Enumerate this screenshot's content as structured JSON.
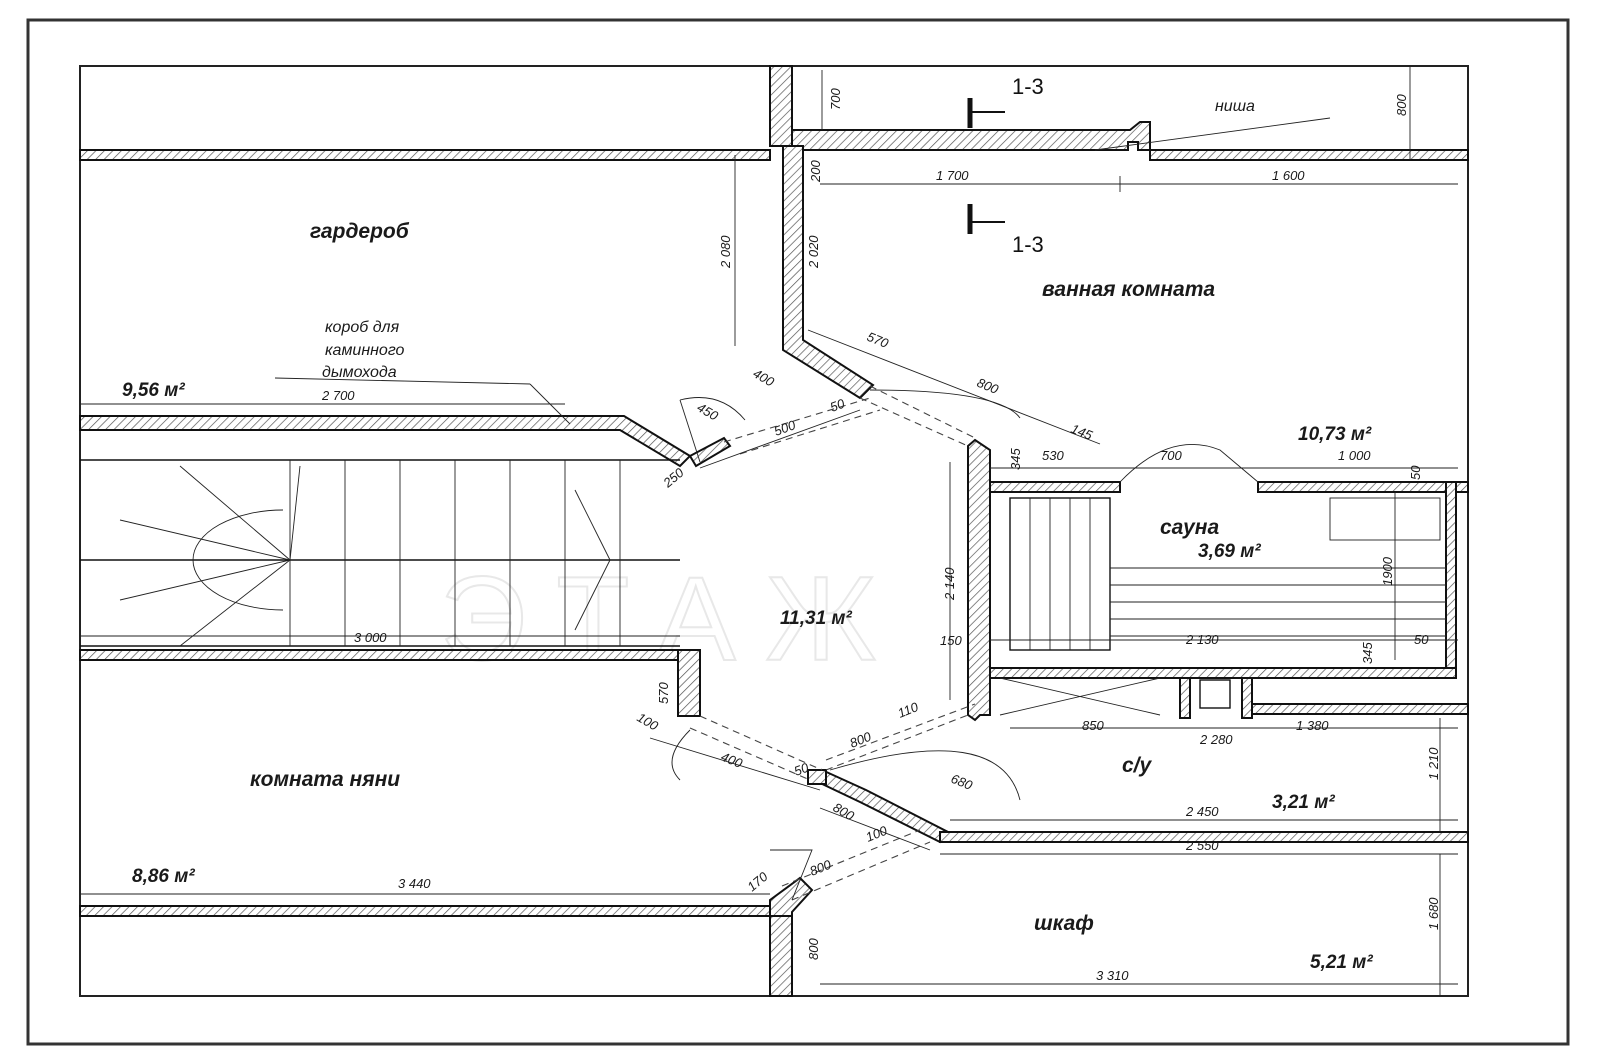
{
  "rooms": {
    "wardrobe": "гардероб",
    "bathroom": "ванная комната",
    "sauna": "сауна",
    "sauna_area": "3,69 м²",
    "hall_area": "11,31 м²",
    "bathroom_area": "10,73 м²",
    "wardrobe_area": "9,56 м²",
    "nanny_room": "комната няни",
    "nanny_area": "8,86 м²",
    "wc": "с/у",
    "wc_area": "3,21 м²",
    "closet": "шкаф",
    "closet_area": "5,21 м²"
  },
  "notes": {
    "niche": "ниша",
    "chimney_box": [
      "короб для",
      "каминного",
      "дымохода"
    ],
    "section_top": "1-3",
    "section_bottom": "1-3",
    "watermark": "ЭТАЖ"
  },
  "dimensions": {
    "d700": "700",
    "d800_tr": "800",
    "d1700": "1 700",
    "d1600": "1 600",
    "d200": "200",
    "d2080": "2 080",
    "d2020": "2 020",
    "d2700": "2 700",
    "d570": "570",
    "d400a": "400",
    "d800a": "800",
    "d450": "450",
    "d500": "500",
    "d50a": "50",
    "d145": "145",
    "d250": "250",
    "d530": "530",
    "d700b": "700",
    "d1000": "1 000",
    "d345": "345",
    "d50b": "50",
    "d3000": "3 000",
    "d2140": "2 140",
    "d150": "150",
    "d2130": "2 130",
    "d1900": "1900",
    "d50c": "50",
    "d345b": "345",
    "d570b": "570",
    "d100a": "100",
    "d400b": "400",
    "d50d": "50",
    "d800b": "800",
    "d110": "110",
    "d850": "850",
    "d1380": "1 380",
    "d2280": "2 280",
    "d680": "680",
    "d1210": "1 210",
    "d2450": "2 450",
    "d800c": "800",
    "d100b": "100",
    "d2550": "2 550",
    "d3440": "3 440",
    "d170": "170",
    "d800d": "800",
    "d1680": "1 680",
    "d3310": "3 310",
    "d800e": "800"
  }
}
